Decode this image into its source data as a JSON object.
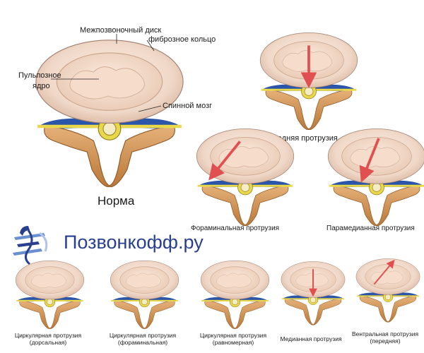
{
  "labels": {
    "disc": "Межпозвоночный диск",
    "annulus": "фиброзное кольцо",
    "nucleus_line1": "Пульпозное",
    "nucleus_line2": "ядро",
    "spinal_cord": "Спинной мозг",
    "norm": "Норма",
    "posterior": "Задняя протрузия",
    "foraminal": "Фораминальная протрузия",
    "paramedian": "Парамедианная протрузия"
  },
  "brand": {
    "name": "Позвонкофф.ру"
  },
  "bottom_row": [
    {
      "line1": "Циркулярная протрузия",
      "line2": "(дорсальная)"
    },
    {
      "line1": "Циркулярная протрузия",
      "line2": "(фораминальная)"
    },
    {
      "line1": "Циркулярная протрузия",
      "line2": "(равномерная)"
    },
    {
      "line1": "Медианная протрузия",
      "line2": ""
    },
    {
      "line1": "Вентральная протрузия",
      "line2": "(передняя)"
    }
  ],
  "colors": {
    "disc_outer": "#f2dccd",
    "disc_inner": "#f7e4d7",
    "bone": "#d59a5c",
    "nerve": "#e9d84a",
    "vessel": "#2a55a8",
    "arrow": "#e05050",
    "brand_blue": "#2a3f8f"
  }
}
